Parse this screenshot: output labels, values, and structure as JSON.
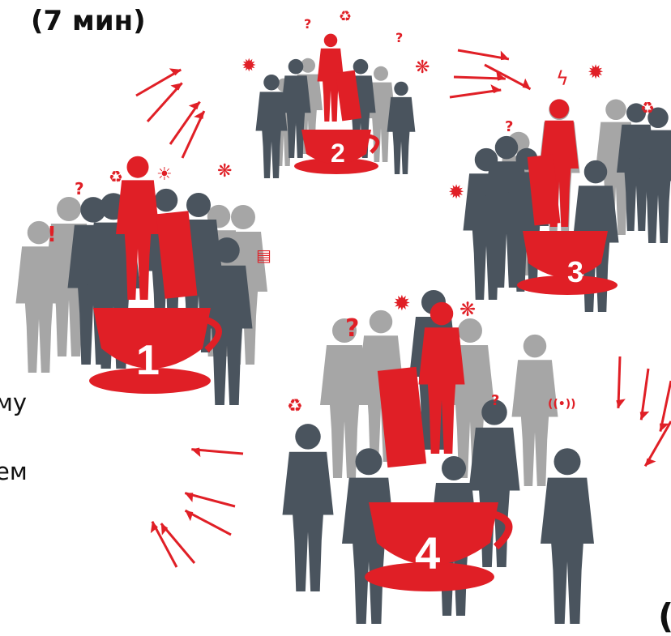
{
  "slide": {
    "title": "(7 мин)",
    "left_text_fragments": [
      "му",
      "ем"
    ],
    "corner_fragment": "("
  },
  "groups": [
    {
      "number": "1"
    },
    {
      "number": "2"
    },
    {
      "number": "3"
    },
    {
      "number": "4"
    }
  ],
  "colors": {
    "accent_red": "#e01f26",
    "dark_gray": "#4a545e",
    "light_gray": "#a6a6a6",
    "mid_gray": "#7c848b"
  },
  "icons": [
    "question-mark-icon",
    "recycle-icon",
    "lightbulb-icon",
    "sun-icon",
    "flower-icon",
    "lightning-icon",
    "exclamation-icon",
    "trash-icon",
    "wifi-signal-icon",
    "arrow-icon"
  ]
}
